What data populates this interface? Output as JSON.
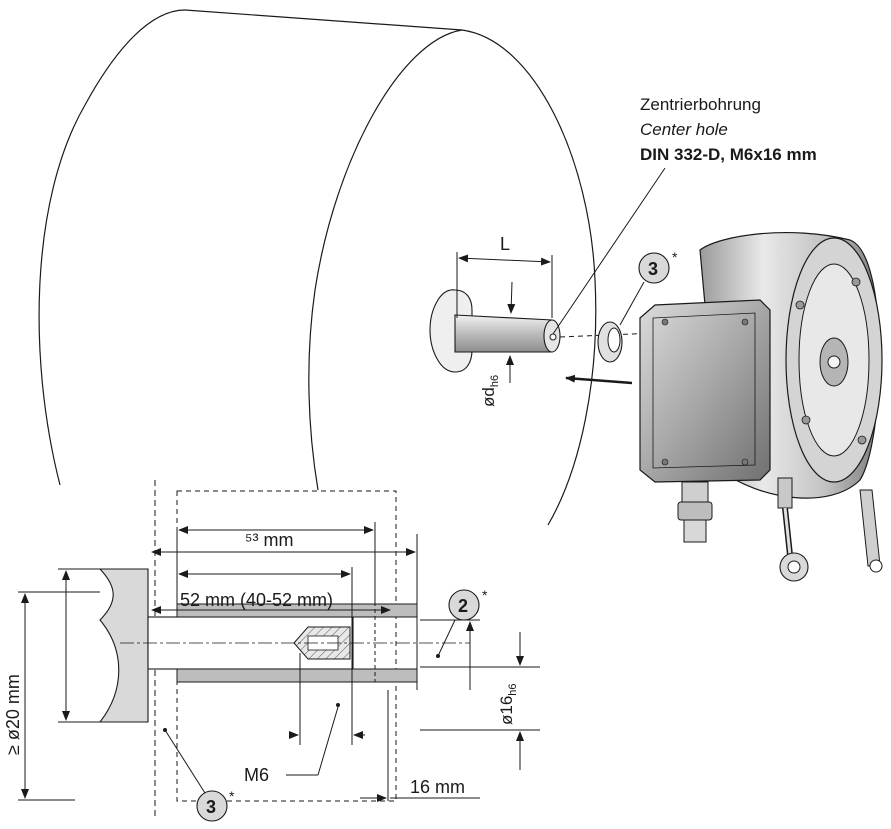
{
  "center_hole": {
    "line1": "Zentrierbohrung",
    "line2": "Center hole",
    "line3": "DIN 332-D, M6x16 mm"
  },
  "shaft": {
    "length_label": "L",
    "diameter_label_main": "ød",
    "diameter_label_sub": "h6"
  },
  "callouts": {
    "item_3_upper": "3",
    "item_2": "2",
    "item_3_lower": "3",
    "asterisk": "*"
  },
  "section": {
    "dim_53": "⁵³ mm",
    "dim_52": "52 mm (40-52 mm)",
    "dim_min_dia": "≥ ø20 mm",
    "dim_16_dia_main": "ø16",
    "dim_16_dia_sub": "h6",
    "thread": "M6",
    "dim_16_len": "16 mm"
  },
  "colors": {
    "line": "#1a1a1a",
    "callout_fill": "#d9d9d9",
    "shaft_fill": "#bdbdbd",
    "housing_fill": "#cfcfcf",
    "body_fill": "#e6e6e6"
  }
}
